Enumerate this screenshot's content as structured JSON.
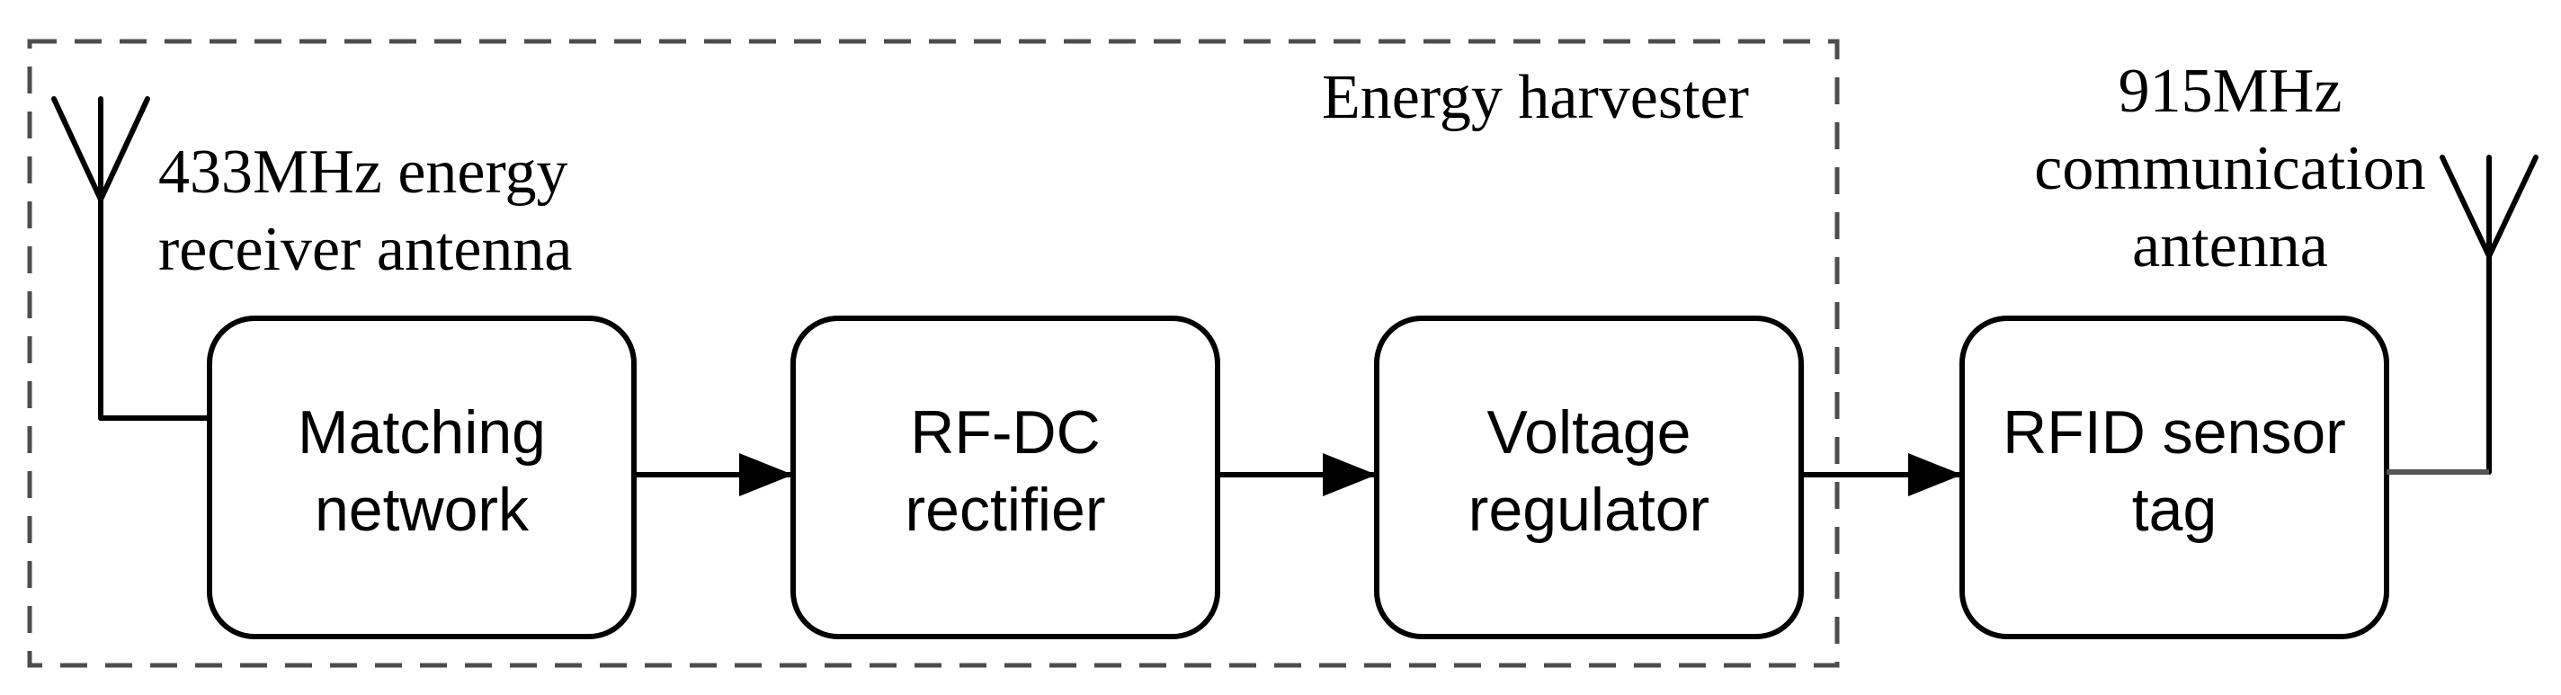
{
  "harvester_group": {
    "label": "Energy harvester"
  },
  "antenna_433": {
    "label_line1": "433MHz energy",
    "label_line2": "receiver antenna"
  },
  "antenna_915": {
    "label_line1": "915MHz",
    "label_line2": "communication",
    "label_line3": "antenna"
  },
  "blocks": {
    "matching_network": {
      "line1": "Matching",
      "line2": "network"
    },
    "rf_dc_rectifier": {
      "line1": "RF-DC",
      "line2": "rectifier"
    },
    "voltage_regulator": {
      "line1": "Voltage",
      "line2": "regulator"
    },
    "rfid_sensor_tag": {
      "line1": "RFID sensor",
      "line2": "tag"
    }
  },
  "colors": {
    "stroke": "#000000",
    "dashed_border": "#4d4d4d",
    "tag_antenna_wire": "#555555",
    "background": "#ffffff"
  }
}
